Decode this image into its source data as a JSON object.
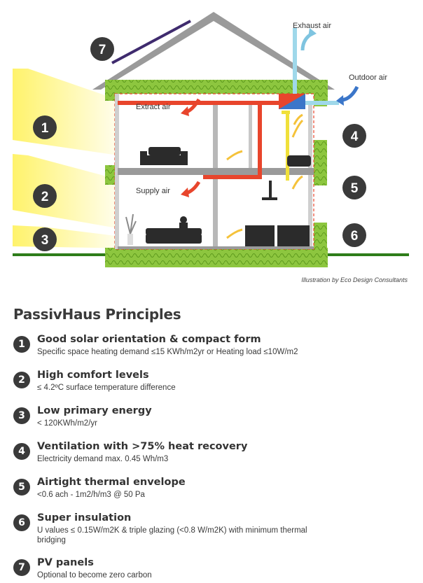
{
  "diagram": {
    "labels": {
      "exhaust_air": "Exhaust air",
      "outdoor_air": "Outdoor air",
      "extract_air": "Extract air",
      "supply_air": "Supply air"
    },
    "markers": [
      "1",
      "2",
      "3",
      "4",
      "5",
      "6",
      "7"
    ],
    "caption": "Illustration by Eco Design Consultants",
    "colors": {
      "insulation": "#8dc63f",
      "sun": "#fff36b",
      "extract_duct": "#e8452c",
      "supply_duct": "#f0e03a",
      "exhaust_duct": "#9fd8ea",
      "marker": "#3a3a3a"
    }
  },
  "principles": {
    "heading": "PassivHaus Principles",
    "items": [
      {
        "num": "1",
        "title": "Good solar orientation & compact form",
        "desc": "Specific space heating demand ≤15 KWh/m2yr or Heating load ≤10W/m2"
      },
      {
        "num": "2",
        "title": "High comfort levels",
        "desc": "≤ 4.2ºC surface temperature difference"
      },
      {
        "num": "3",
        "title": "Low primary energy",
        "desc": "< 120KWh/m2/yr"
      },
      {
        "num": "4",
        "title": "Ventilation with >75% heat recovery",
        "desc": "Electricity demand max. 0.45 Wh/m3"
      },
      {
        "num": "5",
        "title": "Airtight thermal envelope",
        "desc": "<0.6 ach - 1m2/h/m3 @ 50 Pa"
      },
      {
        "num": "6",
        "title": "Super insulation",
        "desc": "U values ≤ 0.15W/m2K & triple glazing (<0.8 W/m2K) with minimum thermal bridging"
      },
      {
        "num": "7",
        "title": "PV panels",
        "desc": "Optional to become zero carbon"
      }
    ]
  }
}
